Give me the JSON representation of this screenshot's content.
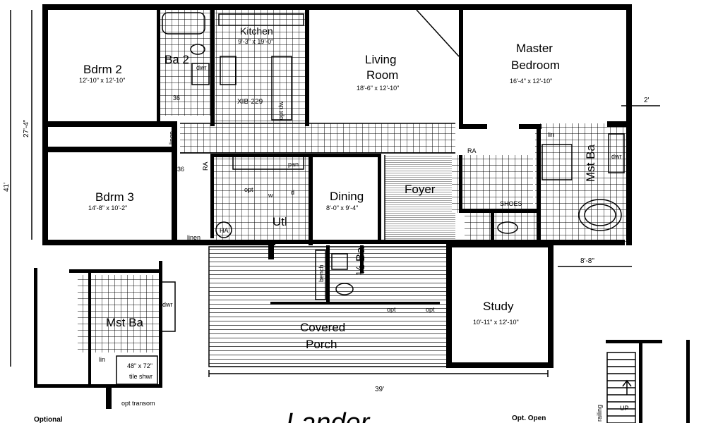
{
  "rooms": {
    "bdrm2": {
      "name": "Bdrm 2",
      "size": "12'-10\" x 12'-10\""
    },
    "ba2": {
      "name": "Ba 2"
    },
    "kitchen": {
      "name": "Kitchen",
      "size": "9'-3\" x 19'-0\"",
      "model": "XIB-229"
    },
    "living": {
      "name_line1": "Living",
      "name_line2": "Room",
      "size": "18'-6\" x 12'-10\""
    },
    "master": {
      "name_line1": "Master",
      "name_line2": "Bedroom",
      "size": "16'-4\" x 12'-10\""
    },
    "bdrm3": {
      "name": "Bdrm 3",
      "size": "14'-8\" x 10'-2\""
    },
    "dining": {
      "name": "Dining",
      "size": "8'-0\" x 9'-4\""
    },
    "foyer": {
      "name": "Foyer"
    },
    "utl": {
      "name": "Utl"
    },
    "mst_ba": {
      "name": "Mst Ba"
    },
    "half_ba": {
      "name": "½ Ba"
    },
    "study": {
      "name": "Study",
      "size": "10'-11\" x 12'-10\""
    },
    "porch": {
      "name_line1": "Covered",
      "name_line2": "Porch"
    },
    "opt_mst_ba": {
      "name": "Mst Ba"
    }
  },
  "dimensions": {
    "depth_upper": "27'-4\"",
    "depth_total": "41'",
    "width": "39'",
    "right_offset": "2'",
    "right_bump": "8'-8\""
  },
  "labels": {
    "dwr": "dwr",
    "d36a": "36",
    "d36b": "36",
    "opt_dw": "opt dw",
    "pan": "pan",
    "opt": "opt",
    "w": "w",
    "d": "d",
    "linen1": "linen",
    "linen2": "linen",
    "ha": "HA",
    "ra": "RA",
    "ra2": "RA",
    "lin": "lin",
    "dwr2": "dwr",
    "shoes": "SHOES",
    "bench": "bench",
    "opt1": "opt",
    "opt2": "opt",
    "opt_lin": "lin",
    "opt_dwr": "dwr",
    "shower": "48\" x 72\"",
    "shower2": "tile shwr",
    "transom": "opt transom",
    "optional": "Optional",
    "opt_open": "Opt. Open",
    "up": "UP",
    "railing": "railing",
    "logo": "Lander"
  }
}
